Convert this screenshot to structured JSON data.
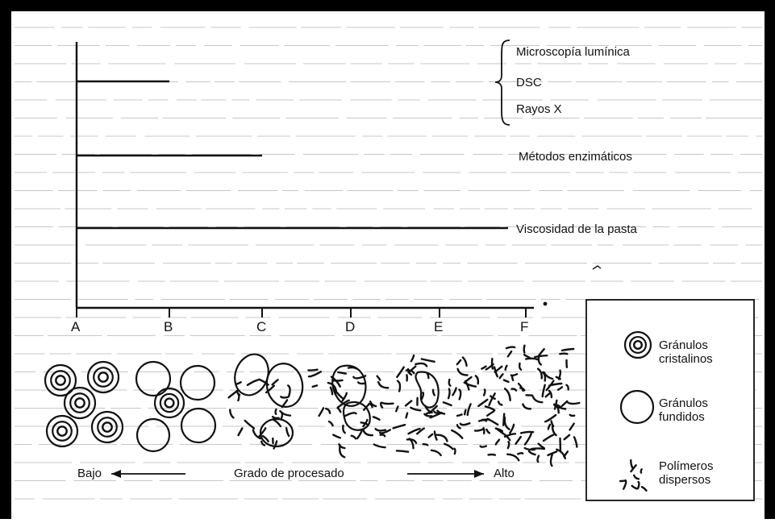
{
  "techniques": {
    "microscopy": "Microscopía lumínica",
    "dsc": "DSC",
    "xray": "Rayos X",
    "enzymatic": "Métodos enzimáticos",
    "viscosity": "Viscosidad de la pasta"
  },
  "stages": [
    "A",
    "B",
    "C",
    "D",
    "E",
    "F"
  ],
  "axis": {
    "low": "Bajo",
    "title": "Grado de procesado",
    "high": "Alto"
  },
  "legend": {
    "crystalline": [
      "Gránulos",
      "cristalinos"
    ],
    "gelatinized": [
      "Gránulos",
      "fundidos"
    ],
    "dispersed": [
      "Polímeros",
      "dispersos"
    ]
  }
}
